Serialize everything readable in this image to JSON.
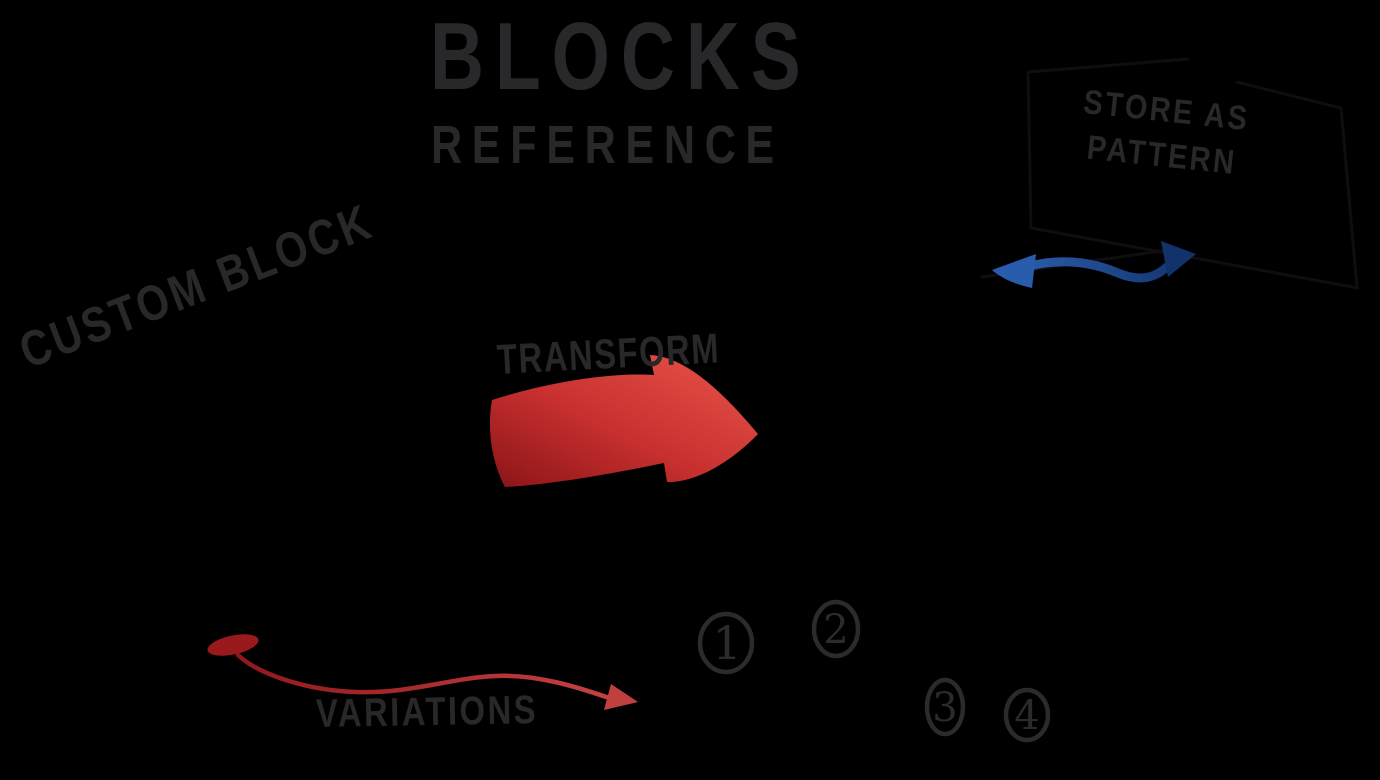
{
  "canvas": {
    "background": "#000000",
    "ink": "#28282b"
  },
  "title": {
    "text": "BLOCKS",
    "subtitle": "REFERENCE"
  },
  "annotations": {
    "custom_block": {
      "label": "CUSTOM BLOCK"
    },
    "transform": {
      "label": "TRANSFORM",
      "arrow_color_dark": "#8a1418",
      "arrow_color_mid": "#c8302f",
      "arrow_color_light": "#e8564a"
    },
    "store_as_pattern": {
      "label_line1": "STORE AS",
      "label_line2": "PATTERN",
      "arrow_color_light": "#2e63b5",
      "arrow_color_dark": "#12326b"
    },
    "variations": {
      "label": "VARIATIONS",
      "arrow_color_dark": "#8f171b",
      "arrow_color_light": "#c64444"
    }
  },
  "step_badges": [
    {
      "value": "1"
    },
    {
      "value": "2"
    },
    {
      "value": "3"
    },
    {
      "value": "4"
    }
  ]
}
